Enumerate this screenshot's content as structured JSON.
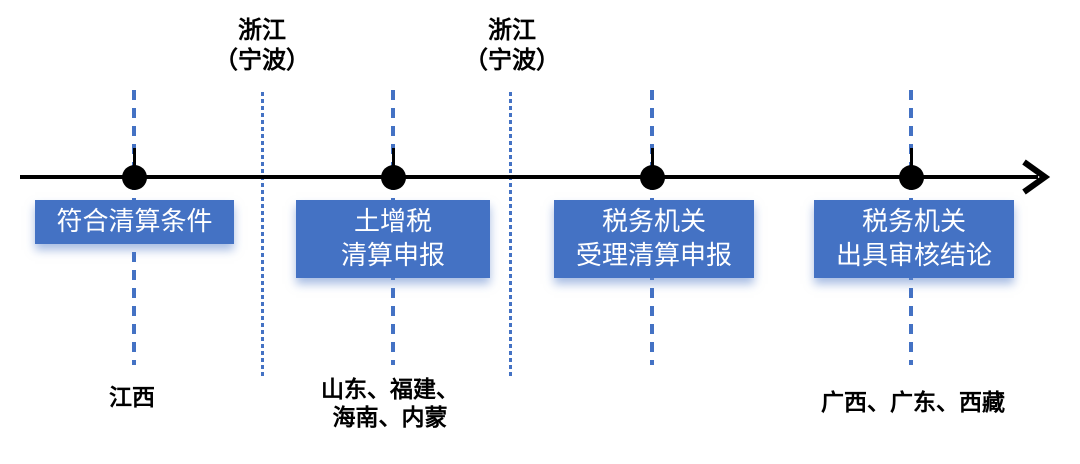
{
  "diagram": {
    "type": "timeline",
    "colors": {
      "accent_blue": "#4472C4",
      "axis_black": "#000000",
      "box_text_white": "#FFFFFF",
      "background": "#FFFFFF"
    },
    "axis": {
      "direction": "right"
    },
    "milestones": [
      {
        "box_lines": [
          "符合清算条件"
        ],
        "bottom_label_lines": [
          "江西"
        ]
      },
      {
        "box_lines": [
          "土增税",
          "清算申报"
        ],
        "bottom_label_lines": [
          "山东、福建、",
          "海南、内蒙"
        ]
      },
      {
        "box_lines": [
          "税务机关",
          "受理清算申报"
        ],
        "bottom_label_lines": []
      },
      {
        "box_lines": [
          "税务机关",
          "出具审核结论"
        ],
        "bottom_label_lines": [
          "广西、广东、西藏"
        ]
      }
    ],
    "separators": [
      {
        "top_label_lines": [
          "浙江",
          "（宁波）"
        ]
      },
      {
        "top_label_lines": [
          "浙江",
          "（宁波）"
        ]
      }
    ]
  }
}
